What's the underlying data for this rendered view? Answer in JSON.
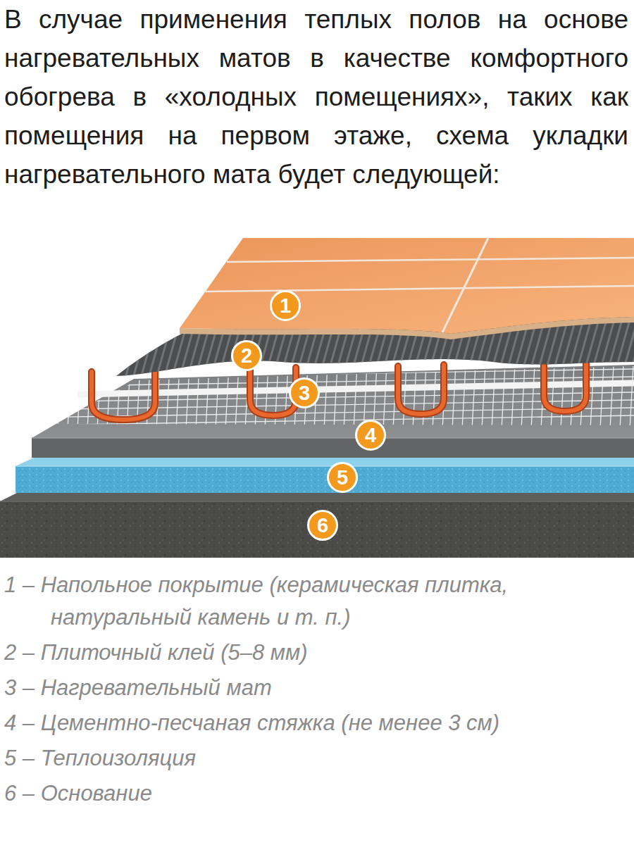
{
  "diagram": {
    "title": "В случае применения теплых полов на основе нагревательных матов в качестве комфортного обогрева в «холодных помещениях», таких как помещения на первом этаже, схема укладки нагревательного мата будет следующей:",
    "nodes": [
      {
        "text": [
          "1"
        ]
      },
      {
        "text": [
          "2"
        ]
      },
      {
        "text": [
          "3"
        ]
      },
      {
        "text": [
          "4"
        ]
      },
      {
        "text": [
          "5"
        ]
      },
      {
        "text": [
          "6"
        ]
      }
    ],
    "labels": [
      "1 – Напольное покрытие (керамическая плитка, натуральный камень и т. п.)",
      "2 – Плиточный клей (5–8 мм)",
      "3 – Нагревательный мат",
      "4 – Цементно-песчаная стяжка (не менее 3 см)",
      "5 – Теплоизоляция",
      "6 – Основание"
    ]
  }
}
